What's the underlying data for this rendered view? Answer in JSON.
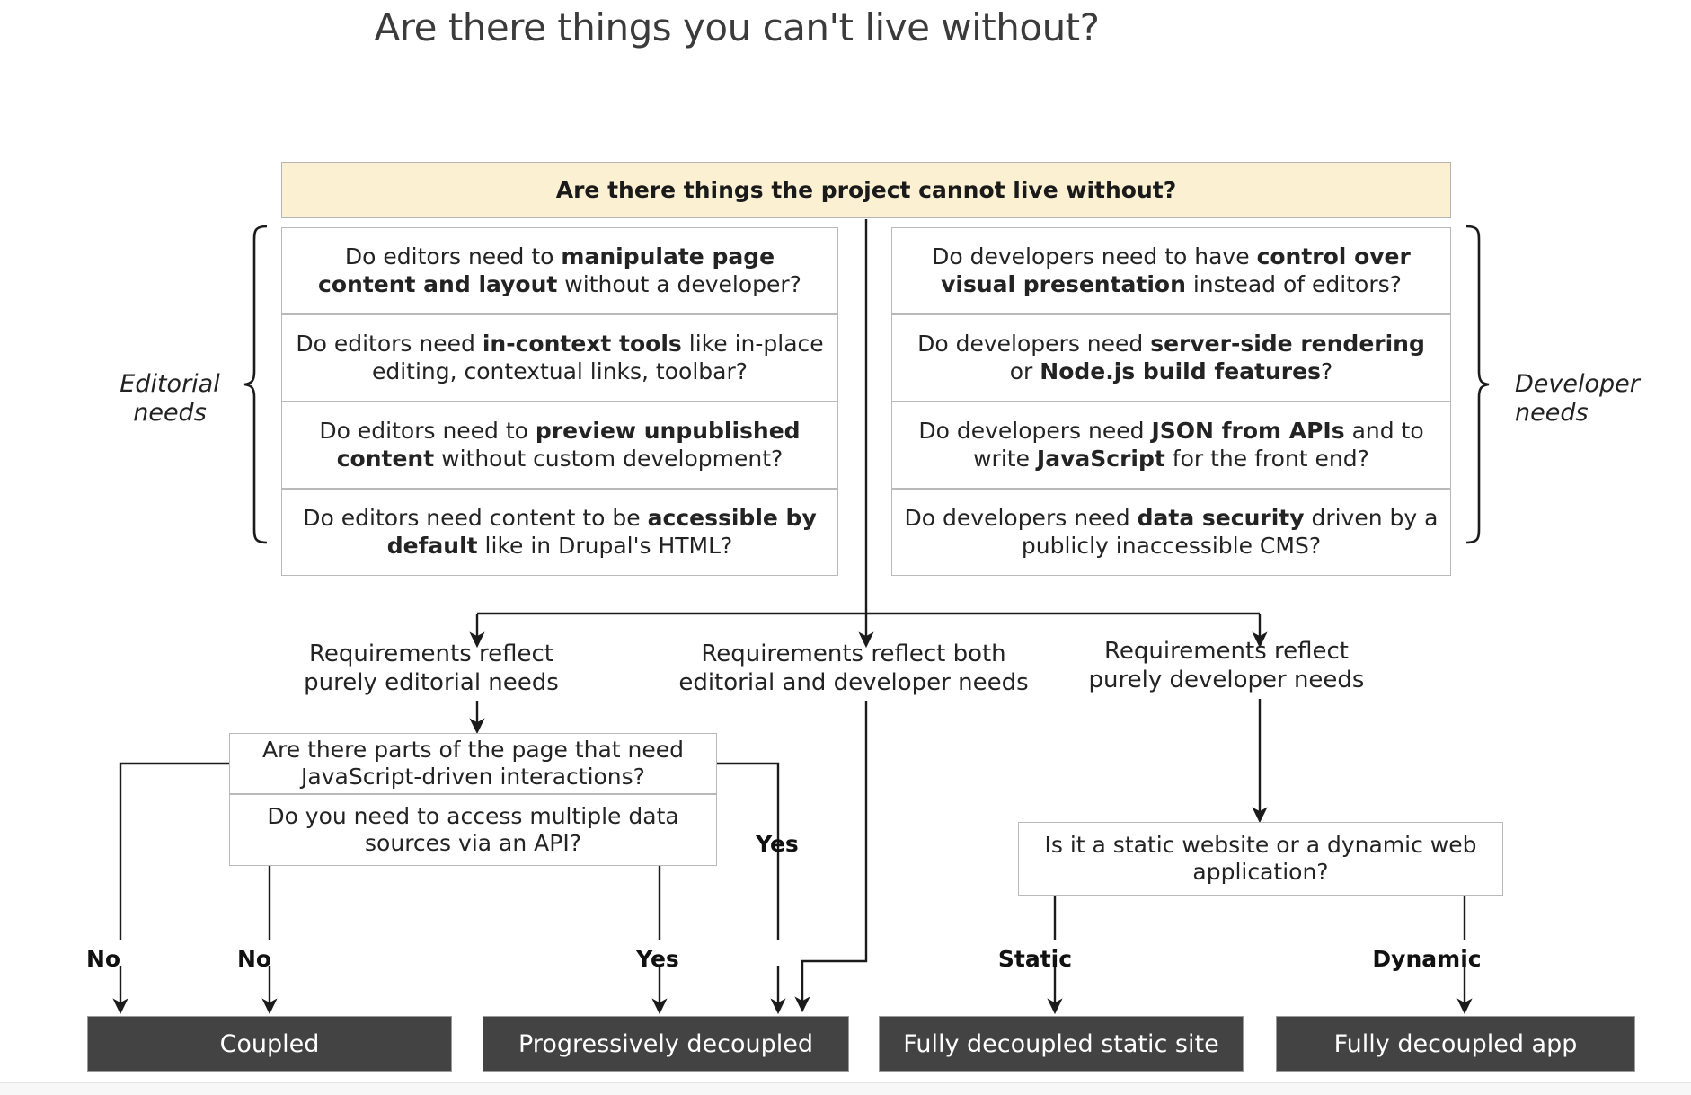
{
  "page": {
    "title": "Are there things you can't live without?",
    "background": "#ffffff"
  },
  "colors": {
    "header_fill": "#fbf0d2",
    "cell_border": "#b9b9b9",
    "result_fill": "#434343",
    "result_text": "#ffffff",
    "text": "#232323"
  },
  "matrix": {
    "header": "Are there things the project cannot live without?",
    "left_brace_label": "Editorial needs",
    "right_brace_label": "Developer needs",
    "editorial_questions": [
      {
        "id": "q-manipulate-layout",
        "plain_1": "Do editors need to ",
        "bold_1": "manipulate page content and layout",
        "plain_2": " without a developer?"
      },
      {
        "id": "q-in-context-tools",
        "plain_1": "Do editors need ",
        "bold_1": "in-context tools",
        "plain_2": " like in-place editing, contextual links, toolbar?"
      },
      {
        "id": "q-preview-unpublished",
        "plain_1": "Do editors need to ",
        "bold_1": "preview unpublished content",
        "plain_2": " without custom development?"
      },
      {
        "id": "q-accessible-by-default",
        "plain_1": "Do editors need content to be ",
        "bold_1": "accessible by default",
        "plain_2": " like in Drupal's HTML?"
      }
    ],
    "developer_questions": [
      {
        "id": "q-control-visual",
        "plain_1": "Do developers need to have ",
        "bold_1": "control over visual presentation",
        "plain_2": " instead of editors?"
      },
      {
        "id": "q-ssr-node",
        "plain_1": "Do developers need ",
        "bold_1": "server-side rendering",
        "plain_2": " or ",
        "bold_2": "Node.js build features",
        "plain_3": "?"
      },
      {
        "id": "q-json-javascript",
        "plain_1": "Do developers need ",
        "bold_1": "JSON from APIs",
        "plain_2": " and to write ",
        "bold_2": "JavaScript",
        "plain_3": " for the front end?"
      },
      {
        "id": "q-data-security",
        "plain_1": "Do developers need ",
        "bold_1": "data security",
        "plain_2": " driven by a publicly inaccessible CMS?"
      }
    ]
  },
  "branches": {
    "editorial": "Requirements reflect purely editorial needs",
    "both": "Requirements reflect both editorial and developer needs",
    "developer": "Requirements reflect purely developer needs"
  },
  "decisions": {
    "javascript_interactions": "Are there parts of the page that need JavaScript-driven interactions?",
    "multiple_data_sources": "Do you need to access multiple data sources via an API?",
    "static_or_dynamic": "Is it a static website or a dynamic web application?"
  },
  "edge_labels": {
    "no_javascript": "No",
    "no_api": "No",
    "yes_javascript": "Yes",
    "yes_api": "Yes",
    "static": "Static",
    "dynamic": "Dynamic"
  },
  "results": {
    "coupled": "Coupled",
    "progressively_decoupled": "Progressively decoupled",
    "fully_decoupled_static_site": "Fully decoupled static site",
    "fully_decoupled_app": "Fully decoupled app"
  },
  "chart_data": {
    "type": "diagram",
    "diagram_kind": "decision-flowchart",
    "title": "Are there things you can't live without?",
    "nodes": [
      {
        "id": "header",
        "label": "Are there things the project cannot live without?",
        "kind": "header"
      },
      {
        "id": "editorial-group",
        "label": "Editorial needs",
        "kind": "group-brace"
      },
      {
        "id": "developer-group",
        "label": "Developer needs",
        "kind": "group-brace"
      },
      {
        "id": "branch-editorial",
        "label": "Requirements reflect purely editorial needs",
        "kind": "branch"
      },
      {
        "id": "branch-both",
        "label": "Requirements reflect both editorial and developer needs",
        "kind": "branch"
      },
      {
        "id": "branch-developer",
        "label": "Requirements reflect purely developer needs",
        "kind": "branch"
      },
      {
        "id": "js-question",
        "label": "Are there parts of the page that need JavaScript-driven interactions?",
        "kind": "decision"
      },
      {
        "id": "api-question",
        "label": "Do you need to access multiple data sources via an API?",
        "kind": "decision"
      },
      {
        "id": "static-dynamic-question",
        "label": "Is it a static website or a dynamic web application?",
        "kind": "decision"
      },
      {
        "id": "coupled",
        "label": "Coupled",
        "kind": "result"
      },
      {
        "id": "progressively-decoupled",
        "label": "Progressively decoupled",
        "kind": "result"
      },
      {
        "id": "fully-decoupled-static-site",
        "label": "Fully decoupled static site",
        "kind": "result"
      },
      {
        "id": "fully-decoupled-app",
        "label": "Fully decoupled app",
        "kind": "result"
      }
    ],
    "edges": [
      {
        "from": "header",
        "to": "branch-editorial",
        "label": ""
      },
      {
        "from": "header",
        "to": "branch-both",
        "label": ""
      },
      {
        "from": "header",
        "to": "branch-developer",
        "label": ""
      },
      {
        "from": "branch-editorial",
        "to": "js-question",
        "label": ""
      },
      {
        "from": "js-question",
        "to": "coupled",
        "label": "No"
      },
      {
        "from": "api-question",
        "to": "coupled",
        "label": "No"
      },
      {
        "from": "js-question",
        "to": "progressively-decoupled",
        "label": "Yes"
      },
      {
        "from": "api-question",
        "to": "progressively-decoupled",
        "label": "Yes"
      },
      {
        "from": "branch-both",
        "to": "progressively-decoupled",
        "label": ""
      },
      {
        "from": "branch-developer",
        "to": "static-dynamic-question",
        "label": ""
      },
      {
        "from": "static-dynamic-question",
        "to": "fully-decoupled-static-site",
        "label": "Static"
      },
      {
        "from": "static-dynamic-question",
        "to": "fully-decoupled-app",
        "label": "Dynamic"
      }
    ]
  }
}
